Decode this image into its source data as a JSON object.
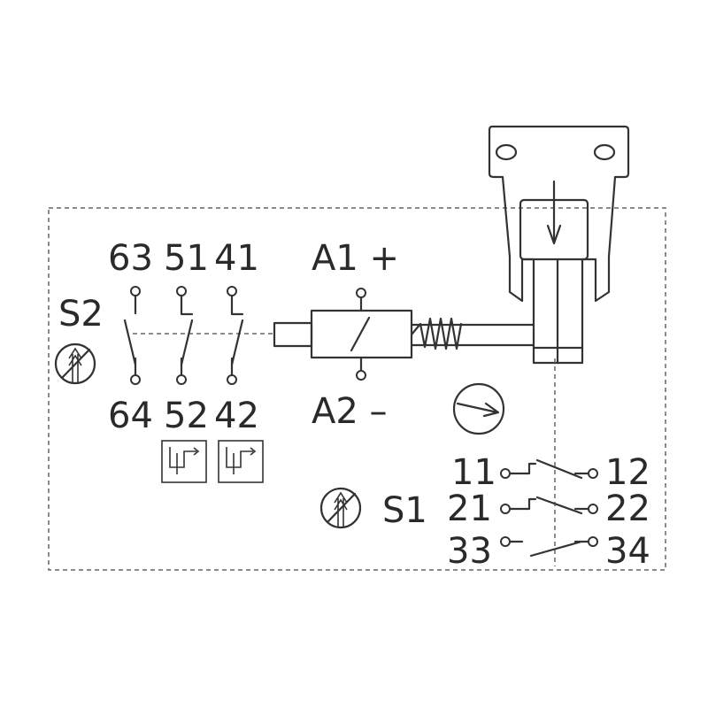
{
  "diagram": {
    "s2": {
      "label": "S2",
      "contacts": [
        {
          "top": "63",
          "bottom": "64"
        },
        {
          "top": "51",
          "bottom": "52"
        },
        {
          "top": "41",
          "bottom": "42"
        }
      ]
    },
    "coil": {
      "a1": "A1 +",
      "a2": "A2 –"
    },
    "s1": {
      "label": "S1",
      "contacts": [
        {
          "left": "11",
          "right": "12"
        },
        {
          "left": "21",
          "right": "22"
        },
        {
          "left": "33",
          "right": "34"
        }
      ]
    },
    "icons": [
      "positive-opening-icon",
      "delayed-contact-icon",
      "rotation-direction-icon",
      "actuator-key-icon"
    ]
  }
}
